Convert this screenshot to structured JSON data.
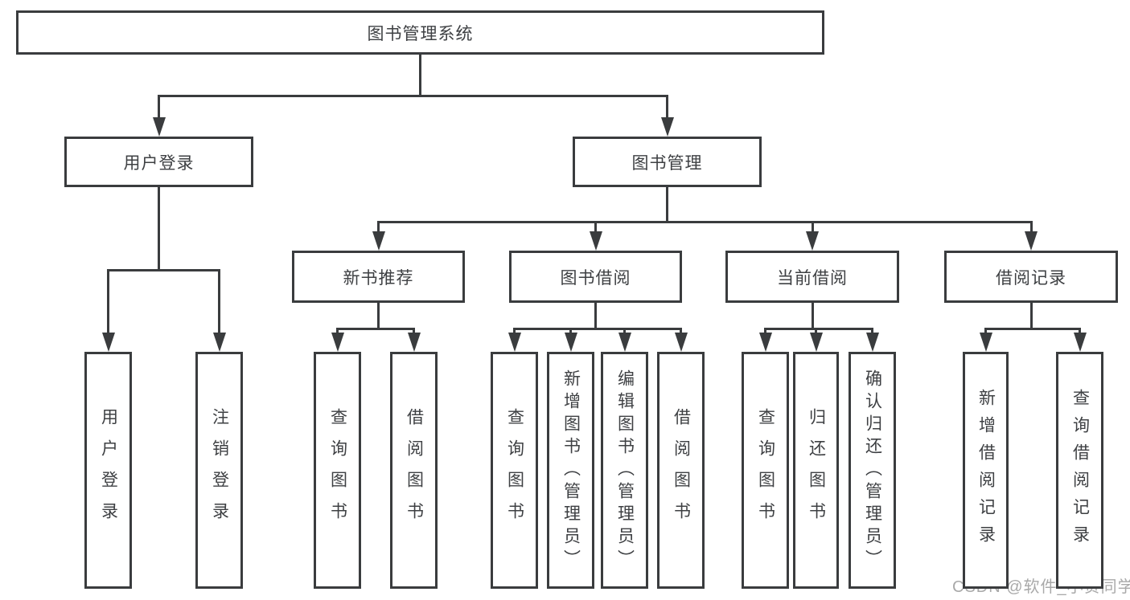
{
  "diagram": {
    "type": "org-tree",
    "title": "图书管理系统",
    "nodes": [
      {
        "id": "root",
        "label": "图书管理系统",
        "parent": null
      },
      {
        "id": "login",
        "label": "用户登录",
        "parent": "root"
      },
      {
        "id": "mgmt",
        "label": "图书管理",
        "parent": "root"
      },
      {
        "id": "user-login",
        "label": "用户登录",
        "parent": "login"
      },
      {
        "id": "logout",
        "label": "注销登录",
        "parent": "login"
      },
      {
        "id": "new-rec",
        "label": "新书推荐",
        "parent": "mgmt"
      },
      {
        "id": "borrow",
        "label": "图书借阅",
        "parent": "mgmt"
      },
      {
        "id": "current",
        "label": "当前借阅",
        "parent": "mgmt"
      },
      {
        "id": "records",
        "label": "借阅记录",
        "parent": "mgmt"
      },
      {
        "id": "nr-query",
        "label": "查询图书",
        "parent": "new-rec"
      },
      {
        "id": "nr-borrow",
        "label": "借阅图书",
        "parent": "new-rec"
      },
      {
        "id": "b-query",
        "label": "查询图书",
        "parent": "borrow"
      },
      {
        "id": "b-add",
        "label": "新增图书（管理员）",
        "parent": "borrow"
      },
      {
        "id": "b-edit",
        "label": "编辑图书（管理员）",
        "parent": "borrow"
      },
      {
        "id": "b-borrow",
        "label": "借阅图书",
        "parent": "borrow"
      },
      {
        "id": "c-query",
        "label": "查询图书",
        "parent": "current"
      },
      {
        "id": "c-return",
        "label": "归还图书",
        "parent": "current"
      },
      {
        "id": "c-confirm",
        "label": "确认归还（管理员）",
        "parent": "current"
      },
      {
        "id": "r-add",
        "label": "新增借阅记录",
        "parent": "records"
      },
      {
        "id": "r-query",
        "label": "查询借阅记录",
        "parent": "records"
      }
    ],
    "watermark": "CSDN @软件_小贺同学",
    "colors": {
      "line": "#3a3c3e",
      "text": "#3e4043",
      "watermark": "#a9a9a9",
      "background": "#ffffff"
    }
  }
}
